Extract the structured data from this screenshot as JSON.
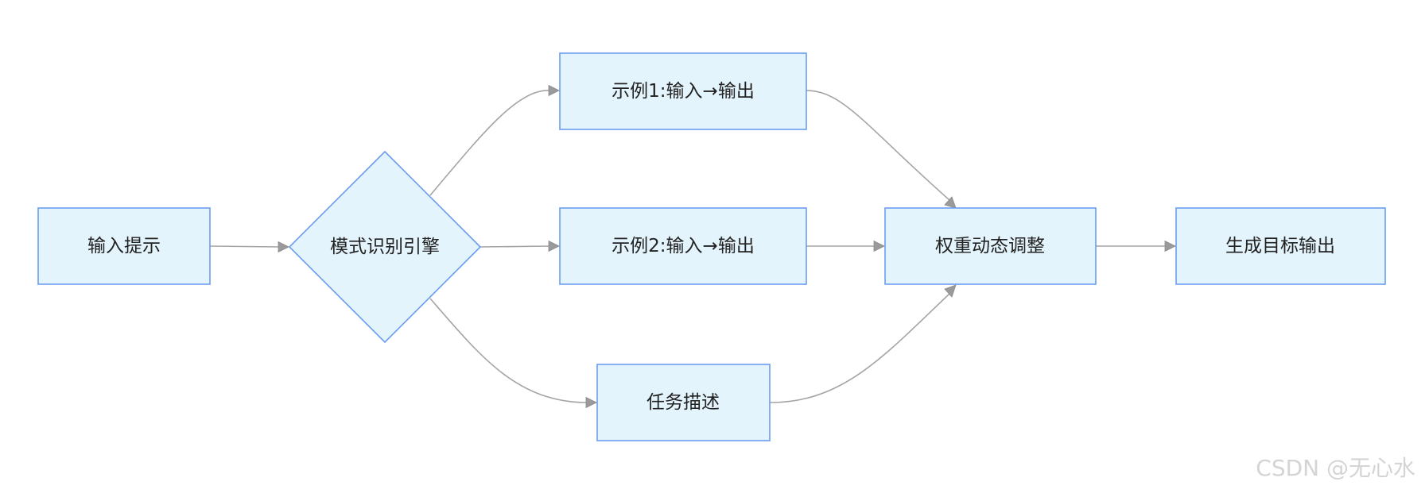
{
  "nodes": {
    "input_prompt": "输入提示",
    "pattern_engine": "模式识别引擎",
    "example1": "示例1:输入→输出",
    "example2": "示例2:输入→输出",
    "task_description": "任务描述",
    "weight_adjust": "权重动态调整",
    "generate_output": "生成目标输出"
  },
  "watermark": "CSDN @无心水",
  "colors": {
    "node_fill": "#e4f4fc",
    "node_stroke": "#6a9cf0",
    "edge": "#a4a4a4",
    "text": "#222222",
    "watermark": "#d4d4d4"
  }
}
